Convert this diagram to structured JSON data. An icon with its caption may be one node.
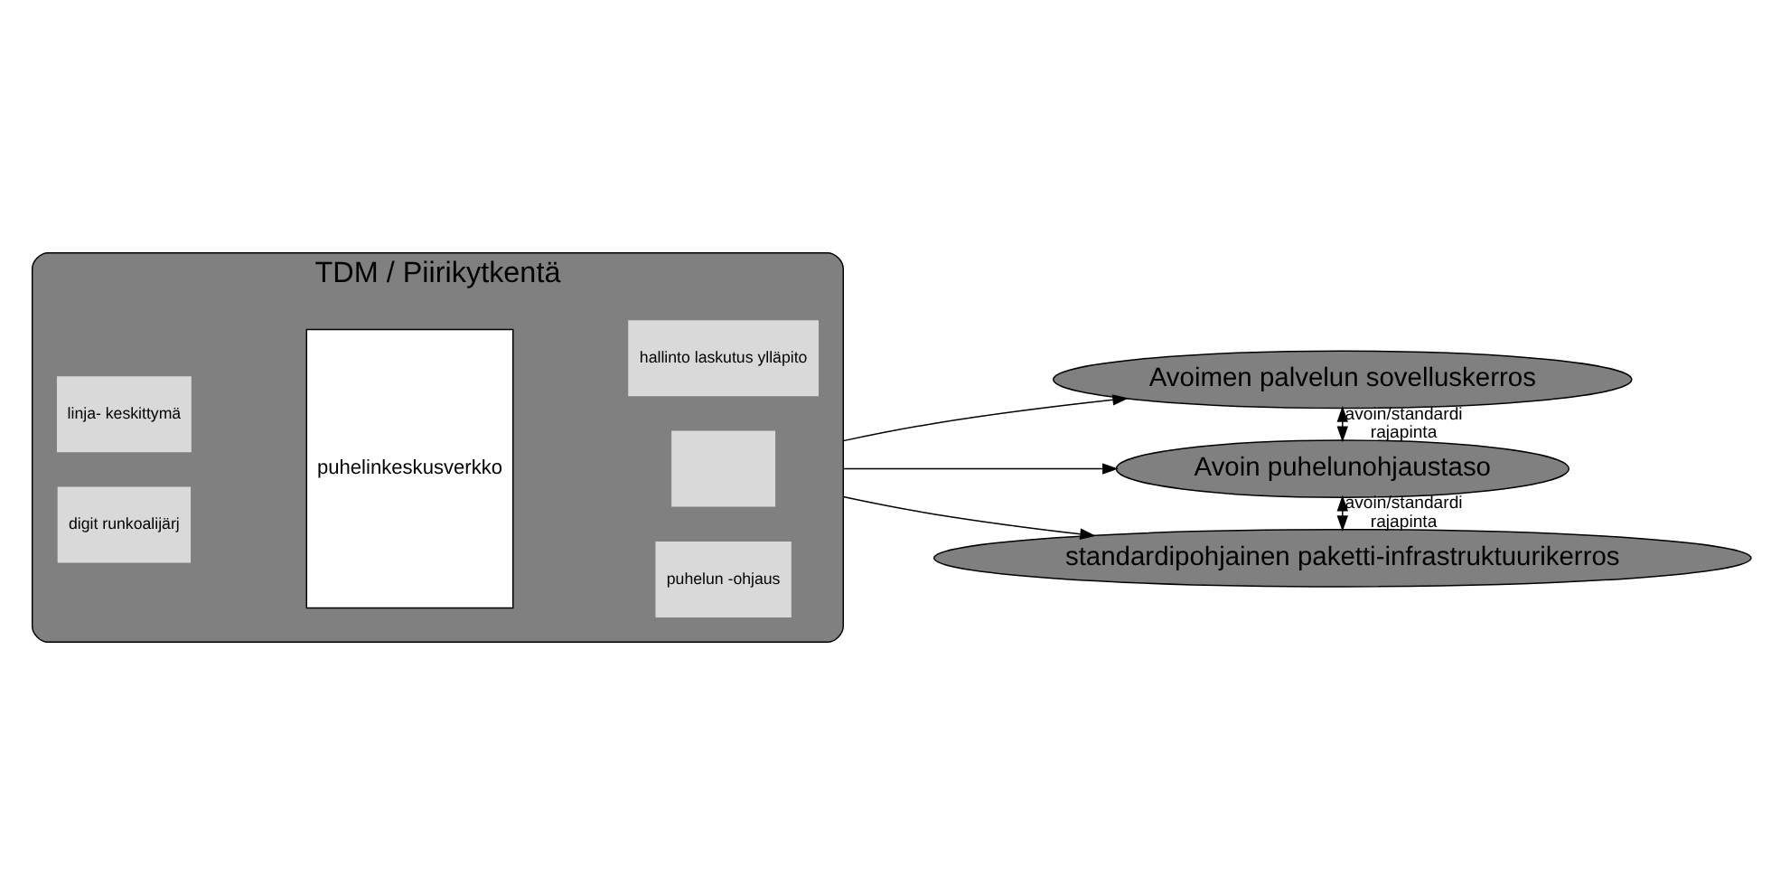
{
  "diagram": {
    "nodes": [
      {
        "text": [
          "TDM / Piirikytkentä"
        ]
      },
      {
        "text": [
          "linja- keskittymä"
        ],
        "in": 0
      },
      {
        "text": [
          "puhelinkeskusverkko"
        ],
        "in": 0
      },
      {
        "text": [
          "puhelun -ohjaus"
        ],
        "in": 0
      },
      {
        "text": [
          "digit runkoalijärj"
        ],
        "in": 0
      },
      {
        "text": [],
        "shape": "box",
        "in": 0
      },
      {
        "text": [
          "hallinto laskutus ylläpito"
        ],
        "in": 0
      },
      {
        "text": [
          "Avoimen palvelun sovelluskerros"
        ]
      },
      {
        "text": [
          "Avoin puhelunohjaustaso"
        ]
      },
      {
        "text": [
          "standardipohjainen paketti-infrastruktuurikerros"
        ]
      }
    ],
    "edges": [
      {
        "from": 0,
        "to": 7,
        "arrow": "to"
      },
      {
        "from": 0,
        "to": 8,
        "arrow": "to"
      },
      {
        "from": 0,
        "to": 9,
        "arrow": "to"
      },
      {
        "from": 7,
        "to": 8,
        "arrow": "both",
        "label": "avoin/standardi rajapinta"
      },
      {
        "from": 8,
        "to": 9,
        "arrow": "both",
        "label": "avoin/standardi rajapinta"
      }
    ]
  }
}
